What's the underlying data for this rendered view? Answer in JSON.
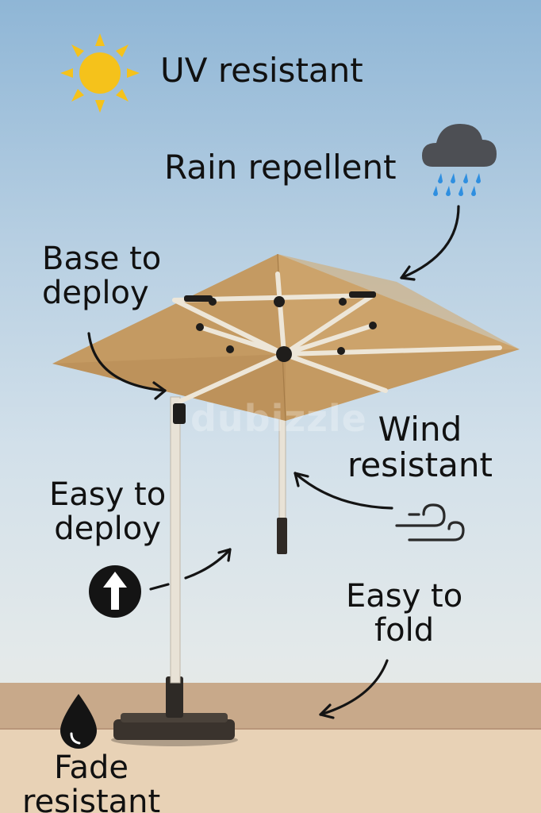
{
  "features": {
    "uv": "UV resistant",
    "rain": "Rain repellent",
    "base_line1": "Base to",
    "base_line2": "deploy",
    "wind_line1": "Wind",
    "wind_line2": "resistant",
    "deploy_line1": "Easy to",
    "deploy_line2": "deploy",
    "fold_line1": "Easy to",
    "fold_line2": "fold",
    "fade_line1": "Fade",
    "fade_line2": "resistant"
  },
  "watermark": "dubizzle",
  "colors": {
    "canopy": "#c49a62",
    "sun": "#f5c21b",
    "rain_drops": "#2f8fe0",
    "text": "#111111"
  },
  "icons": [
    "sun-icon",
    "rain-cloud-icon",
    "wind-icon",
    "up-arrow-icon",
    "water-drop-icon"
  ]
}
